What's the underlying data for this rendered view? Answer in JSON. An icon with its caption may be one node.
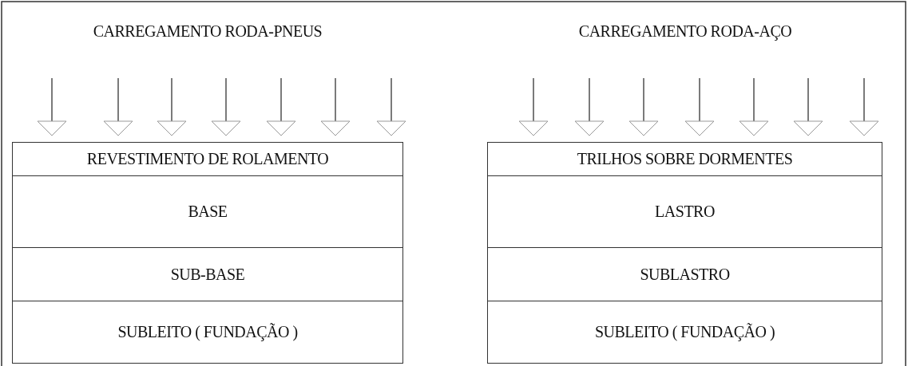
{
  "diagram": {
    "nodes": [
      {
        "text": [
          "REVESTIMENTO DE ROLAMENTO"
        ]
      },
      {
        "text": [
          "BASE"
        ]
      },
      {
        "text": [
          "SUB-BASE"
        ]
      },
      {
        "text": [
          "SUBLEITO ( FUNDAÇÃO )"
        ]
      },
      {
        "text": [
          "TRILHOS SOBRE DORMENTES"
        ]
      },
      {
        "text": [
          "LASTRO"
        ]
      },
      {
        "text": [
          "SUBLASTRO"
        ]
      },
      {
        "text": [
          "SUBLEITO ( FUNDAÇÃO )"
        ]
      }
    ],
    "edges": [],
    "labels": [
      "CARREGAMENTO RODA-PNEUS",
      "CARREGAMENTO RODA-AÇO"
    ]
  }
}
